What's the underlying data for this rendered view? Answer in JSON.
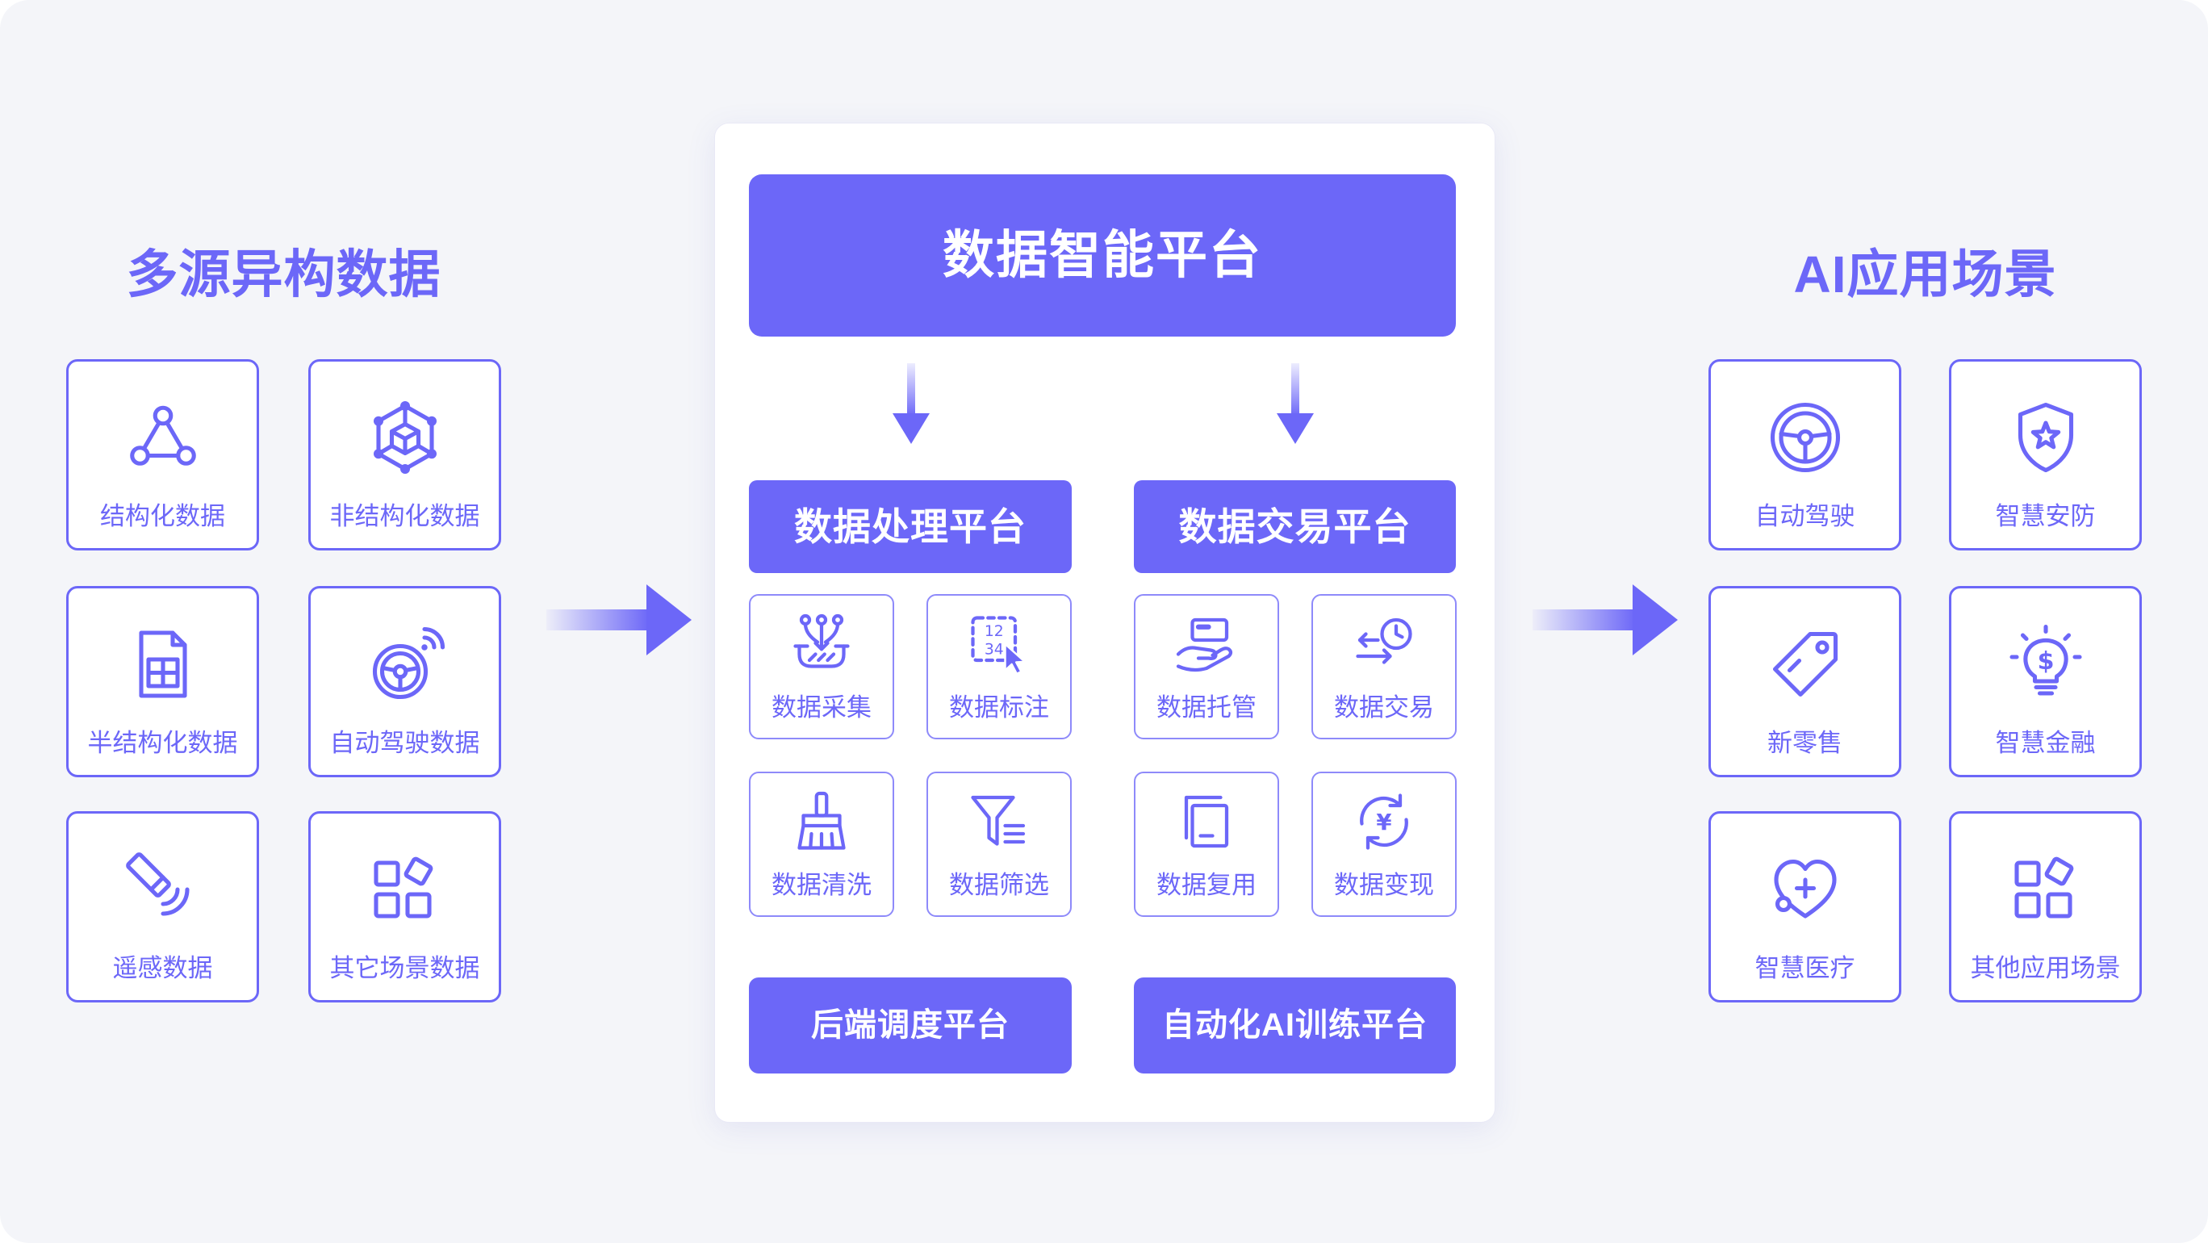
{
  "colors": {
    "accent": "#6c67f8",
    "background": "#f4f5f9",
    "card": "#ffffff",
    "tile_border": "#6c67f8",
    "inner_tile_border": "#8e8afa"
  },
  "sources": {
    "title": "多源异构数据",
    "items": [
      {
        "label": "结构化数据",
        "icon": "graph-nodes-icon"
      },
      {
        "label": "非结构化数据",
        "icon": "hex-cube-icon"
      },
      {
        "label": "半结构化数据",
        "icon": "sheet-grid-icon"
      },
      {
        "label": "自动驾驶数据",
        "icon": "steering-signal-icon"
      },
      {
        "label": "遥感数据",
        "icon": "remote-sensor-icon"
      },
      {
        "label": "其它场景数据",
        "icon": "blocks-icon"
      }
    ]
  },
  "platform": {
    "title": "数据智能平台",
    "processing": {
      "title": "数据处理平台",
      "items": [
        {
          "label": "数据采集",
          "icon": "collect-icon"
        },
        {
          "label": "数据标注",
          "icon": "annotate-icon",
          "icon_text": [
            "12",
            "34"
          ]
        },
        {
          "label": "数据清洗",
          "icon": "broom-icon"
        },
        {
          "label": "数据筛选",
          "icon": "funnel-icon"
        }
      ]
    },
    "trading": {
      "title": "数据交易平台",
      "items": [
        {
          "label": "数据托管",
          "icon": "hand-card-icon"
        },
        {
          "label": "数据交易",
          "icon": "exchange-clock-icon"
        },
        {
          "label": "数据复用",
          "icon": "stacked-docs-icon"
        },
        {
          "label": "数据变现",
          "icon": "yuan-cycle-icon",
          "icon_text": "¥"
        }
      ]
    },
    "scheduling": {
      "title": "后端调度平台"
    },
    "training": {
      "title": "自动化AI训练平台"
    }
  },
  "applications": {
    "title": "AI应用场景",
    "items": [
      {
        "label": "自动驾驶",
        "icon": "steering-wheel-icon"
      },
      {
        "label": "智慧安防",
        "icon": "shield-star-icon"
      },
      {
        "label": "新零售",
        "icon": "price-tag-icon"
      },
      {
        "label": "智慧金融",
        "icon": "dollar-bulb-icon",
        "icon_text": "$"
      },
      {
        "label": "智慧医疗",
        "icon": "heart-medical-icon"
      },
      {
        "label": "其他应用场景",
        "icon": "blocks-icon"
      }
    ]
  }
}
